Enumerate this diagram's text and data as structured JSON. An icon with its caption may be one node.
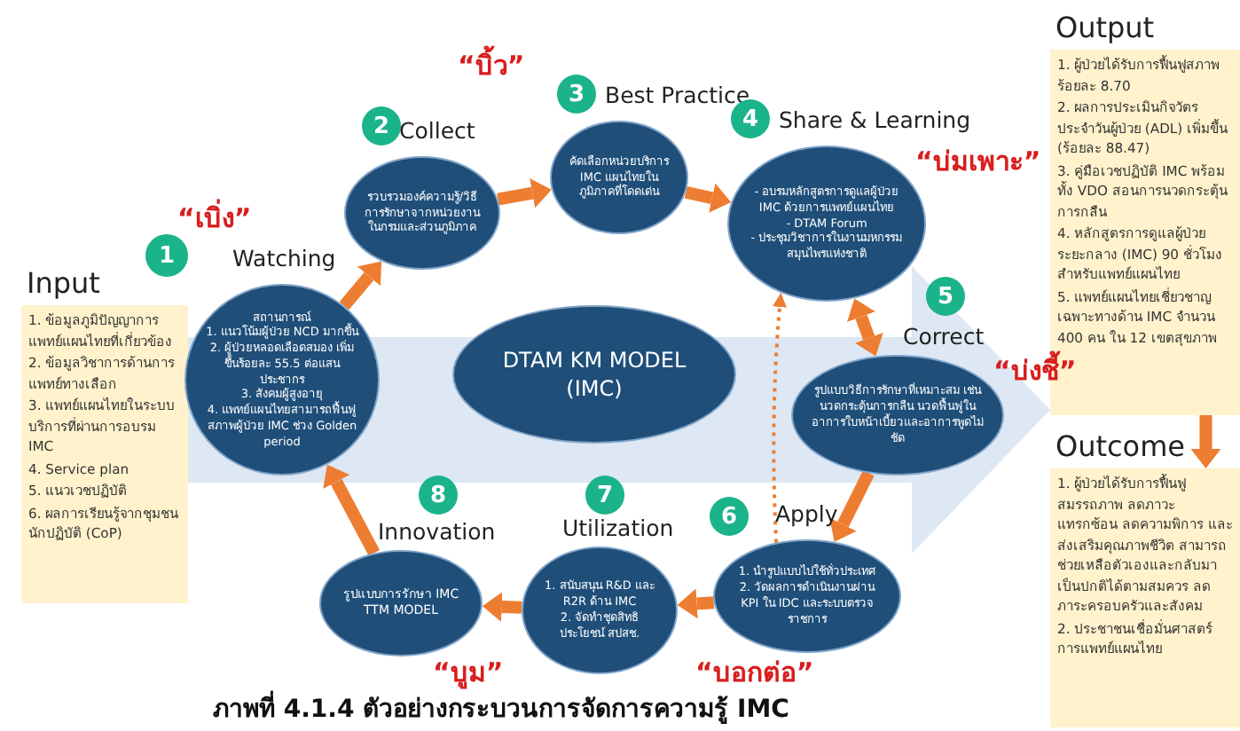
{
  "diagram": {
    "caption": "ภาพที่ 4.1.4 ตัวอย่างกระบวนการจัดการความรู้ IMC",
    "nodes": [
      {
        "text": [
          "Input",
          "1. ข้อมูลภูมิปัญญาการแพทย์แผนไทยที่เกี่ยวข้อง",
          "2. ข้อมูลวิชาการด้านการแพทย์ทางเลือก",
          "3. แพทย์แผนไทยในระบบบริการที่ผ่านการอบรม IMC",
          "4. Service plan",
          "5. แนวเวชปฏิบัติ",
          "6. ผลการเรียนรู้จากชุมชนนักปฏิบัติ (CoP)"
        ]
      },
      {
        "text": [
          "1"
        ]
      },
      {
        "text": [
          "Watching",
          "สถานการณ์",
          "1. แนวโน้มผู้ป่วย NCD มากขึ้น",
          "2. ผู้ป่วยหลอดเลือดสมอง เพิ่มขึ้นร้อยละ 55.5 ต่อแสนประชากร",
          "3. สังคมผู้สูงอายุ",
          "4. แพทย์แผนไทยสามารถฟื้นฟูสภาพผู้ป่วย IMC ช่วง Golden period"
        ]
      },
      {
        "text": [
          "2"
        ]
      },
      {
        "text": [
          "Collect",
          "รวบรวมองค์ความรู้/วิธีการรักษาจากหน่วยงานในกรมและส่วนภูมิภาค"
        ]
      },
      {
        "text": [
          "3"
        ]
      },
      {
        "text": [
          "Best Practice",
          "คัดเลือกหน่วยบริการ IMC แผนไทยในภูมิภาคที่โดดเด่น"
        ]
      },
      {
        "text": [
          "4"
        ]
      },
      {
        "text": [
          "Share & Learning",
          "- อบรมหลักสูตรการดูแลผู้ป่วย IMC ด้วยการแพทย์แผนไทย",
          "- DTAM Forum",
          "- ประชุมวิชาการในงานมหกรรมสมุนไพรแห่งชาติ"
        ]
      },
      {
        "text": [
          "DTAM KM MODEL (IMC)"
        ]
      },
      {
        "text": [
          "5"
        ]
      },
      {
        "text": [
          "Correct",
          "รูปแบบวิธีการรักษาที่เหมาะสม เช่น นวดกระตุ้นการกลืน นวดฟื้นฟูในอาการใบหน้าเบี้ยวและอาการพูดไม่ชัด"
        ]
      },
      {
        "text": [
          "6"
        ]
      },
      {
        "text": [
          "Apply",
          "1. นำรูปแบบไปใช้ทั่วประเทศ",
          "2. วัดผลการดำเนินงานผ่าน KPI ใน IDC และระบบตรวจราชการ"
        ]
      },
      {
        "text": [
          "7"
        ]
      },
      {
        "text": [
          "Utilization",
          "1. สนับสนุน R&D และ R2R ด้าน IMC",
          "2. จัดทำชุดสิทธิประโยชน์ สปสช."
        ]
      },
      {
        "text": [
          "8"
        ]
      },
      {
        "text": [
          "Innovation",
          "รูปแบบการรักษา IMC TTM MODEL"
        ]
      },
      {
        "text": [
          "Output",
          "1. ผู้ป่วยได้รับการฟื้นฟูสภาพร้อยละ 8.70",
          "2. ผลการประเมินกิจวัตรประจำวันผู้ป่วย (ADL) เพิ่มขึ้น (ร้อยละ 88.47)",
          "3. คู่มือเวชปฏิบัติ IMC พร้อมทั้ง VDO สอนการนวดกระตุ้นการกลืน",
          "4. หลักสูตรการดูแลผู้ป่วยระยะกลาง (IMC) 90 ชั่วโมง สำหรับแพทย์แผนไทย",
          "5. แพทย์แผนไทยเชี่ยวชาญเฉพาะทางด้าน IMC จำนวน 400 คน ใน 12 เขตสุขภาพ"
        ]
      },
      {
        "text": [
          "Outcome",
          "1. ผู้ป่วยได้รับการฟื้นฟูสมรรถภาพ ลดภาวะแทรกซ้อน ลดความพิการ และส่งเสริมคุณภาพชีวิต สามารถช่วยเหลือตัวเองและกลับมาเป็นปกติได้ตามสมควร ลดภาระครอบครัวและสังคม",
          "2. ประชาชนเชื่อมั่นศาสตร์การแพทย์แผนไทย"
        ]
      }
    ],
    "edges": [
      {
        "from": 0,
        "to": 18,
        "arrow": "to",
        "style": "thick",
        "color": "#dde8f4"
      },
      {
        "from": 2,
        "to": 4,
        "arrow": "to"
      },
      {
        "from": 4,
        "to": 6,
        "arrow": "to"
      },
      {
        "from": 6,
        "to": 8,
        "arrow": "to"
      },
      {
        "from": 8,
        "to": 11,
        "arrow": "both"
      },
      {
        "from": 11,
        "to": 13,
        "arrow": "to"
      },
      {
        "from": 13,
        "to": 8,
        "arrow": "to",
        "style": "dashed"
      },
      {
        "from": 13,
        "to": 15,
        "arrow": "to"
      },
      {
        "from": 15,
        "to": 17,
        "arrow": "to"
      },
      {
        "from": 17,
        "to": 2,
        "arrow": "to"
      },
      {
        "from": 18,
        "to": 19,
        "arrow": "to"
      }
    ],
    "labels": [
      "“บิ้ว”",
      "“บ่มเพาะ”",
      "“เบิ่ง”",
      "“บ่งชี้”",
      "“บูม”",
      "“บอกต่อ”"
    ]
  }
}
